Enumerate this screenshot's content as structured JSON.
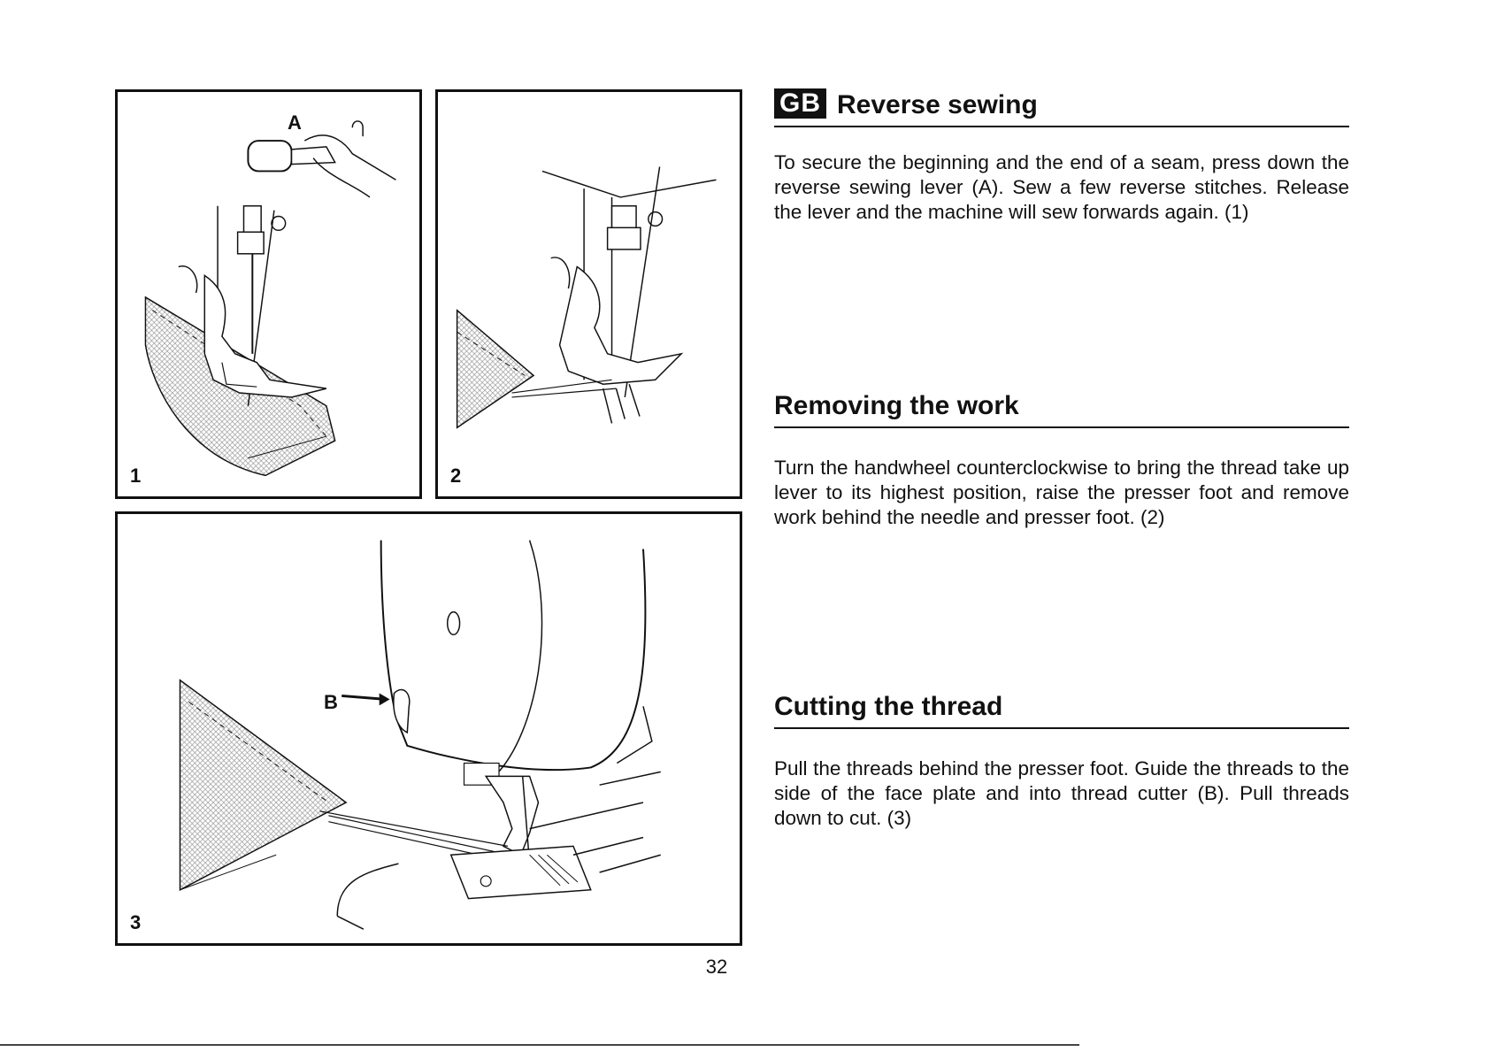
{
  "figures": [
    {
      "number": "1",
      "callout": "A"
    },
    {
      "number": "2"
    },
    {
      "number": "3",
      "callout": "B"
    }
  ],
  "sections": [
    {
      "badge": "GB",
      "heading": "Reverse sewing",
      "body": "To secure the beginning and the end of a seam, press down the reverse sewing lever (A). Sew a few reverse stitches. Release the lever and the machine will sew forwards again. (1)"
    },
    {
      "heading": "Removing the work",
      "body": "Turn the handwheel counterclockwise to bring the thread take up lever to its highest position, raise the presser foot and remove work behind  the needle and presser foot. (2)"
    },
    {
      "heading": "Cutting the thread",
      "body": "Pull the threads behind the presser foot. Guide the threads to the side of the face plate and into thread cutter (B). Pull threads down to cut. (3)"
    }
  ],
  "page_number": "32"
}
